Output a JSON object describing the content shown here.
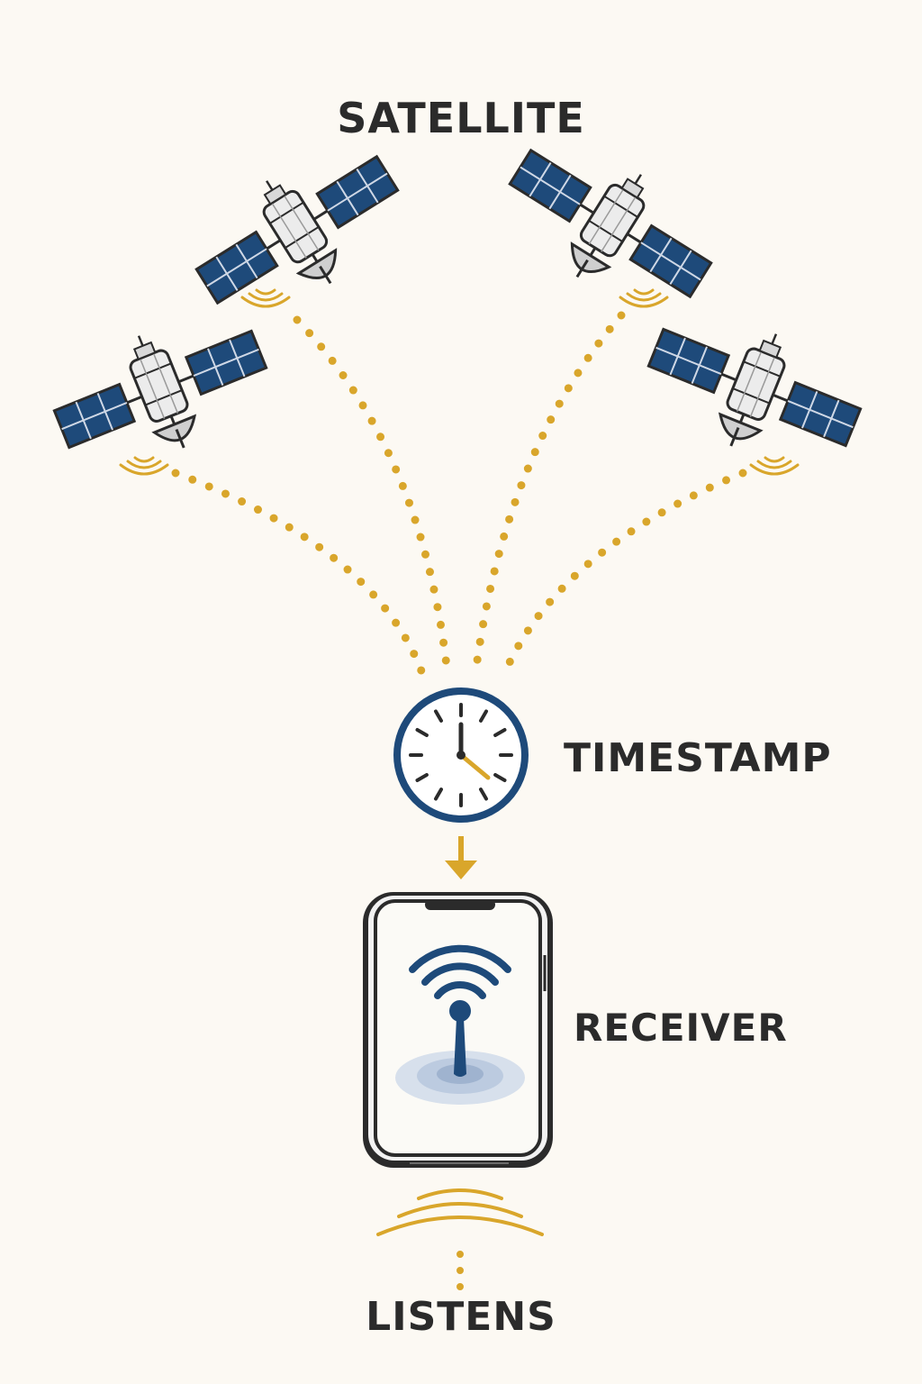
{
  "labels": {
    "satellite": "SATELLITE",
    "timestamp": "TIMESTAMP",
    "receiver": "RECEIVER",
    "listens": "LISTENS"
  },
  "icons": {
    "satellites": [
      "satellite-icon",
      "satellite-icon",
      "satellite-icon",
      "satellite-icon"
    ],
    "clock": "clock-icon",
    "receiver": "smartphone-icon",
    "signal": "wifi-signal-icon"
  },
  "colors": {
    "background": "#fcf9f3",
    "navy": "#1e4a7a",
    "gold": "#d9a62b",
    "text": "#2b2b2b"
  }
}
